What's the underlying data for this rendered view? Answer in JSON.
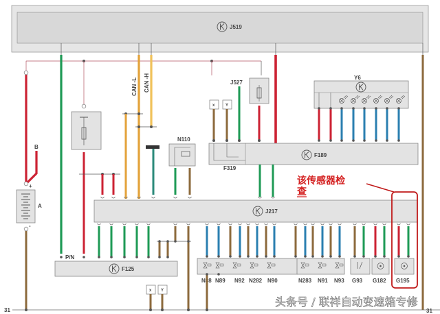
{
  "colors": {
    "red": "#cc2233",
    "green": "#1e9a55",
    "orange": "#e3a23a",
    "brown": "#8c6a3c",
    "blue": "#2a7fb0",
    "ground": "#6e5a3a",
    "box_fill": "#e3e3e3",
    "annotation": "#d42020"
  },
  "modules": {
    "j519": {
      "label": "J519",
      "icon": "k-module-icon"
    },
    "j217": {
      "label": "J217",
      "icon": "k-module-icon"
    },
    "f189": {
      "label": "F189",
      "icon": "k-module-icon"
    },
    "f125": {
      "label": "F125",
      "icon": "k-module-icon"
    },
    "y6": {
      "label": "Y6",
      "icon": "k-module-icon"
    }
  },
  "labels": {
    "can_l": "CAN -L",
    "can_h": "CAN -H",
    "j527": "J527",
    "n110": "N110",
    "f319": "F319",
    "battery": "A",
    "b": "B",
    "plus": "+",
    "minus": "-",
    "pn": "P/N",
    "x": "x",
    "y": "Y",
    "ground_left": "31",
    "ground_right": "31"
  },
  "components": [
    {
      "label": "N88",
      "type": "solenoid"
    },
    {
      "label": "N89",
      "type": "solenoid"
    },
    {
      "label": "N92",
      "type": "solenoid"
    },
    {
      "label": "N282",
      "type": "solenoid"
    },
    {
      "label": "N90",
      "type": "solenoid"
    },
    {
      "label": "N283",
      "type": "solenoid"
    },
    {
      "label": "N91",
      "type": "solenoid"
    },
    {
      "label": "N93",
      "type": "solenoid"
    },
    {
      "label": "G93",
      "type": "temperature-sensor"
    },
    {
      "label": "G182",
      "type": "speed-sensor"
    },
    {
      "label": "G195",
      "type": "speed-sensor"
    }
  ],
  "annotation": {
    "line1": "该传感器检",
    "line2": "查"
  },
  "watermark": "头条号 / 联祥自动变速箱专修"
}
